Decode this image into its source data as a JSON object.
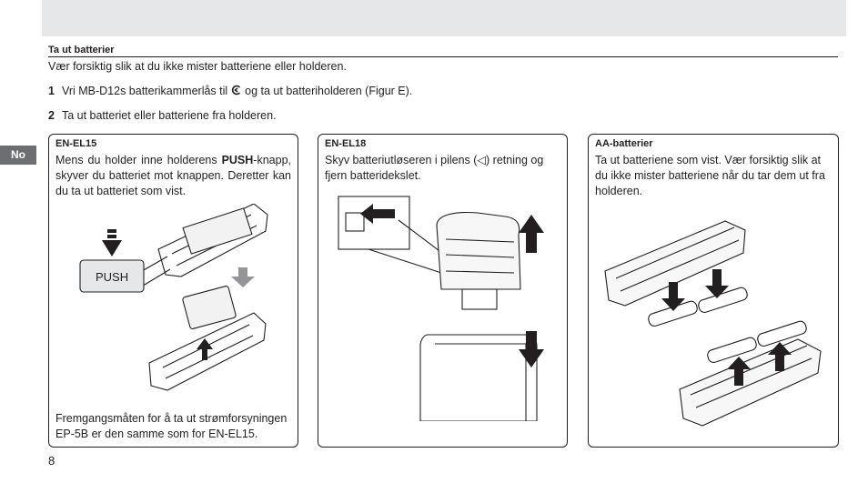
{
  "section": {
    "title": "Ta ut batterier",
    "lead": "Vær forsiktig slik at du ikke mister batteriene eller holderen."
  },
  "steps": [
    {
      "num": "1",
      "text_before": "Vri MB-D12s batterikammerlås til",
      "text_after": "og ta ut batteriholderen (Figur E)."
    },
    {
      "num": "2",
      "text": "Ta ut batteriet eller batteriene fra holderen."
    }
  ],
  "language_tab": "No",
  "boxes": [
    {
      "title": "EN-EL15",
      "text_before": "Mens du holder inne holderens ",
      "text_bold": "PUSH",
      "text_after": "-knapp, skyver du batteriet mot knappen. Deretter kan du ta ut batteriet som vist.",
      "push_label": "PUSH",
      "footnote": "Fremgangsmåten for å ta ut strømforsyningen EP-5B er den samme som for EN-EL15."
    },
    {
      "title": "EN-EL18",
      "text": "Skyv batteriutløseren i pilens (◁) retning og fjern batteridekslet."
    },
    {
      "title": "AA-batterier",
      "text": "Ta ut batteriene som vist. Vær forsiktig slik at du ikke mister batteriene når du tar dem ut fra holderen."
    }
  ],
  "page_number": "8",
  "icons": [
    "unlock-symbol-icon",
    "push-arrow-icon",
    "arrow-up-icon",
    "arrow-down-icon"
  ],
  "colors": {
    "band": "#e6e7e8",
    "tab": "#6d6e71",
    "arrow": "#231f20",
    "arrow_grey": "#939598"
  }
}
